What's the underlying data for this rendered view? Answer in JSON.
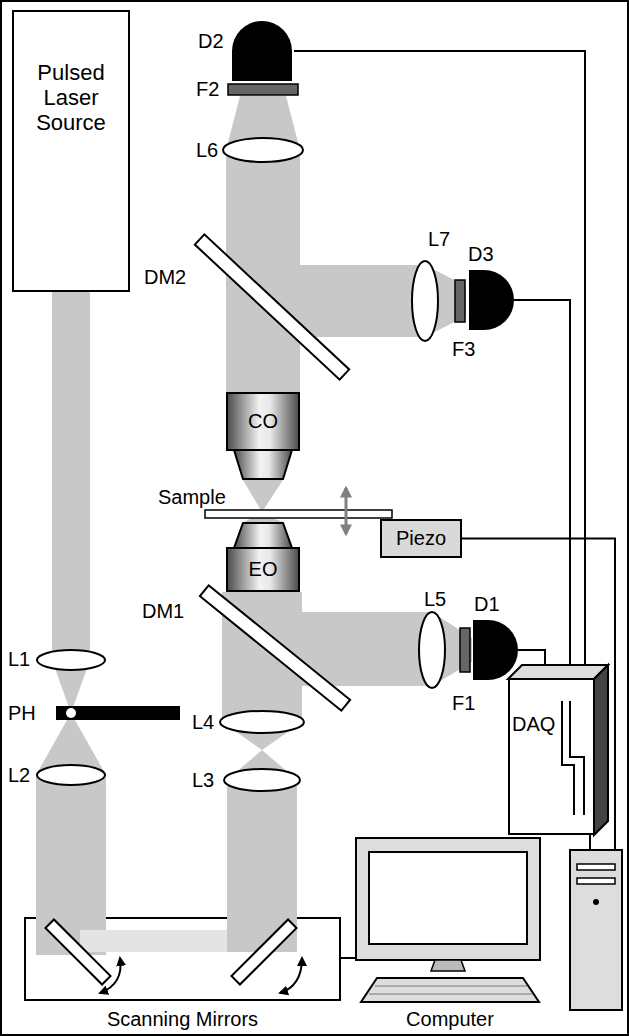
{
  "diagram": {
    "nodes": [
      {
        "text": [
          "Pulsed Laser Source"
        ]
      },
      {
        "text": [
          "D2"
        ]
      },
      {
        "text": [
          "D3"
        ]
      },
      {
        "text": [
          "CO"
        ]
      },
      {
        "text": [
          "Piezo"
        ]
      },
      {
        "text": [
          "EO"
        ]
      },
      {
        "text": [
          "D1"
        ]
      },
      {
        "text": [
          "DAQ"
        ]
      },
      {
        "text": [
          "Scanning Mirrors"
        ]
      },
      {
        "text": [
          "Computer"
        ]
      }
    ],
    "edges": [
      {
        "from": 1,
        "to": 7,
        "arrow": "none"
      },
      {
        "from": 2,
        "to": 7,
        "arrow": "none"
      },
      {
        "from": 6,
        "to": 7,
        "arrow": "none"
      },
      {
        "from": 4,
        "to": 9,
        "arrow": "none"
      },
      {
        "from": 7,
        "to": 9,
        "arrow": "none"
      },
      {
        "from": 8,
        "to": 9,
        "arrow": "none"
      }
    ],
    "labels": [
      "F2",
      "L6",
      "L7",
      "DM2",
      "F3",
      "Sample",
      "L5",
      "DM1",
      "L1",
      "F1",
      "PH",
      "L4",
      "L2",
      "L3"
    ]
  }
}
